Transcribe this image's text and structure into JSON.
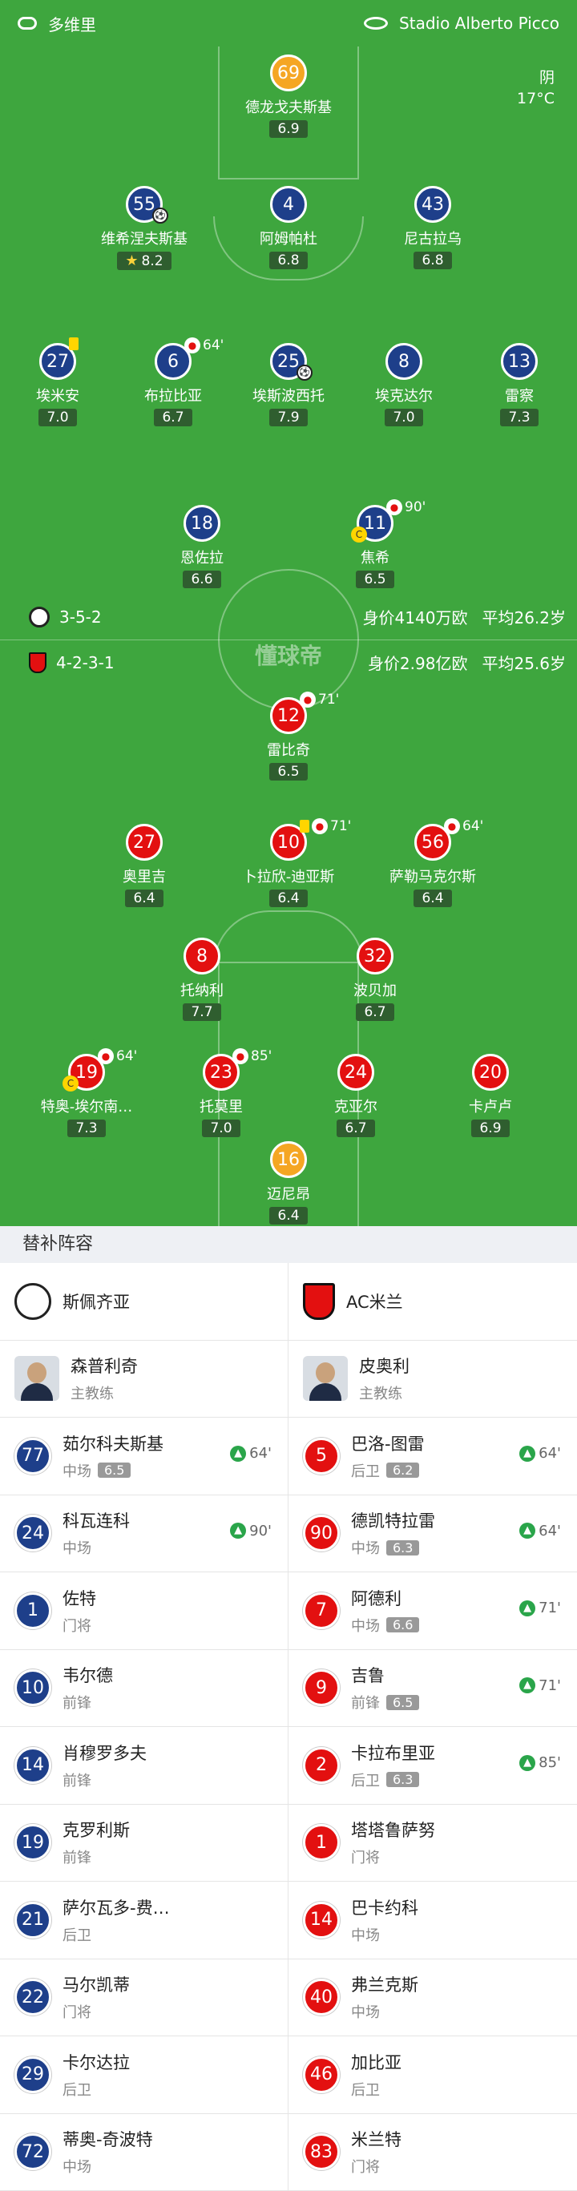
{
  "header": {
    "team_name": "多维里",
    "stadium": "Stadio Alberto Picco"
  },
  "weather": {
    "condition": "阴",
    "temp": "17°C"
  },
  "pitch_logo": "懂球帝",
  "home_team": {
    "formation": "3-5-2",
    "value": "身价4140万欧",
    "avg_age": "平均26.2岁"
  },
  "away_team": {
    "formation": "4-2-3-1",
    "value": "身价2.98亿欧",
    "avg_age": "平均25.6岁"
  },
  "players": [
    {
      "num": "69",
      "name": "德龙戈夫斯基",
      "rating": "6.9",
      "team": "gk"
    },
    {
      "num": "55",
      "name": "维希涅夫斯基",
      "rating": "8.2",
      "team": "spz",
      "star": true,
      "goal": true
    },
    {
      "num": "4",
      "name": "阿姆帕杜",
      "rating": "6.8",
      "team": "spz"
    },
    {
      "num": "43",
      "name": "尼古拉乌",
      "rating": "6.8",
      "team": "spz"
    },
    {
      "num": "27",
      "name": "埃米安",
      "rating": "7.0",
      "team": "spz",
      "yellow": true
    },
    {
      "num": "6",
      "name": "布拉比亚",
      "rating": "6.7",
      "team": "spz",
      "out": "64'"
    },
    {
      "num": "25",
      "name": "埃斯波西托",
      "rating": "7.9",
      "team": "spz",
      "goal": true
    },
    {
      "num": "8",
      "name": "埃克达尔",
      "rating": "7.0",
      "team": "spz"
    },
    {
      "num": "13",
      "name": "雷察",
      "rating": "7.3",
      "team": "spz"
    },
    {
      "num": "18",
      "name": "恩佐拉",
      "rating": "6.6",
      "team": "spz"
    },
    {
      "num": "11",
      "name": "焦希",
      "rating": "6.5",
      "team": "spz",
      "out": "90'",
      "captain": true
    },
    {
      "num": "12",
      "name": "雷比奇",
      "rating": "6.5",
      "team": "mil",
      "out": "71'"
    },
    {
      "num": "27",
      "name": "奥里吉",
      "rating": "6.4",
      "team": "mil"
    },
    {
      "num": "10",
      "name": "卜拉欣-迪亚斯",
      "rating": "6.4",
      "team": "mil",
      "out": "71'",
      "yellow": true
    },
    {
      "num": "56",
      "name": "萨勒马克尔斯",
      "rating": "6.4",
      "team": "mil",
      "out": "64'"
    },
    {
      "num": "8",
      "name": "托纳利",
      "rating": "7.7",
      "team": "mil"
    },
    {
      "num": "32",
      "name": "波贝加",
      "rating": "6.7",
      "team": "mil"
    },
    {
      "num": "19",
      "name": "特奥-埃尔南…",
      "rating": "7.3",
      "team": "mil",
      "out": "64'",
      "captain": true
    },
    {
      "num": "23",
      "name": "托莫里",
      "rating": "7.0",
      "team": "mil",
      "out": "85'"
    },
    {
      "num": "24",
      "name": "克亚尔",
      "rating": "6.7",
      "team": "mil"
    },
    {
      "num": "20",
      "name": "卡卢卢",
      "rating": "6.9",
      "team": "mil"
    },
    {
      "num": "16",
      "name": "迈尼昂",
      "rating": "6.4",
      "team": "gk"
    }
  ],
  "bench": {
    "title": "替补阵容",
    "home_team_name": "斯佩齐亚",
    "away_team_name": "AC米兰",
    "home_coach": {
      "name": "森普利奇",
      "role": "主教练"
    },
    "away_coach": {
      "name": "皮奥利",
      "role": "主教练"
    },
    "home": [
      {
        "num": "77",
        "name": "茹尔科夫斯基",
        "pos": "中场",
        "rating": "6.5",
        "in": "64'"
      },
      {
        "num": "24",
        "name": "科瓦连科",
        "pos": "中场",
        "in": "90'"
      },
      {
        "num": "1",
        "name": "佐特",
        "pos": "门将"
      },
      {
        "num": "10",
        "name": "韦尔德",
        "pos": "前锋"
      },
      {
        "num": "14",
        "name": "肖穆罗多夫",
        "pos": "前锋"
      },
      {
        "num": "19",
        "name": "克罗利斯",
        "pos": "前锋"
      },
      {
        "num": "21",
        "name": "萨尔瓦多-费…",
        "pos": "后卫"
      },
      {
        "num": "22",
        "name": "马尔凯蒂",
        "pos": "门将"
      },
      {
        "num": "29",
        "name": "卡尔达拉",
        "pos": "后卫"
      },
      {
        "num": "72",
        "name": "蒂奥-奇波特",
        "pos": "中场"
      }
    ],
    "away": [
      {
        "num": "5",
        "name": "巴洛-图雷",
        "pos": "后卫",
        "rating": "6.2",
        "in": "64'"
      },
      {
        "num": "90",
        "name": "德凯特拉雷",
        "pos": "中场",
        "rating": "6.3",
        "in": "64'"
      },
      {
        "num": "7",
        "name": "阿德利",
        "pos": "中场",
        "rating": "6.6",
        "in": "71'"
      },
      {
        "num": "9",
        "name": "吉鲁",
        "pos": "前锋",
        "rating": "6.5",
        "in": "71'"
      },
      {
        "num": "2",
        "name": "卡拉布里亚",
        "pos": "后卫",
        "rating": "6.3",
        "in": "85'"
      },
      {
        "num": "1",
        "name": "塔塔鲁萨努",
        "pos": "门将"
      },
      {
        "num": "14",
        "name": "巴卡约科",
        "pos": "中场"
      },
      {
        "num": "40",
        "name": "弗兰克斯",
        "pos": "中场"
      },
      {
        "num": "46",
        "name": "加比亚",
        "pos": "后卫"
      },
      {
        "num": "83",
        "name": "米兰特",
        "pos": "门将"
      }
    ]
  }
}
